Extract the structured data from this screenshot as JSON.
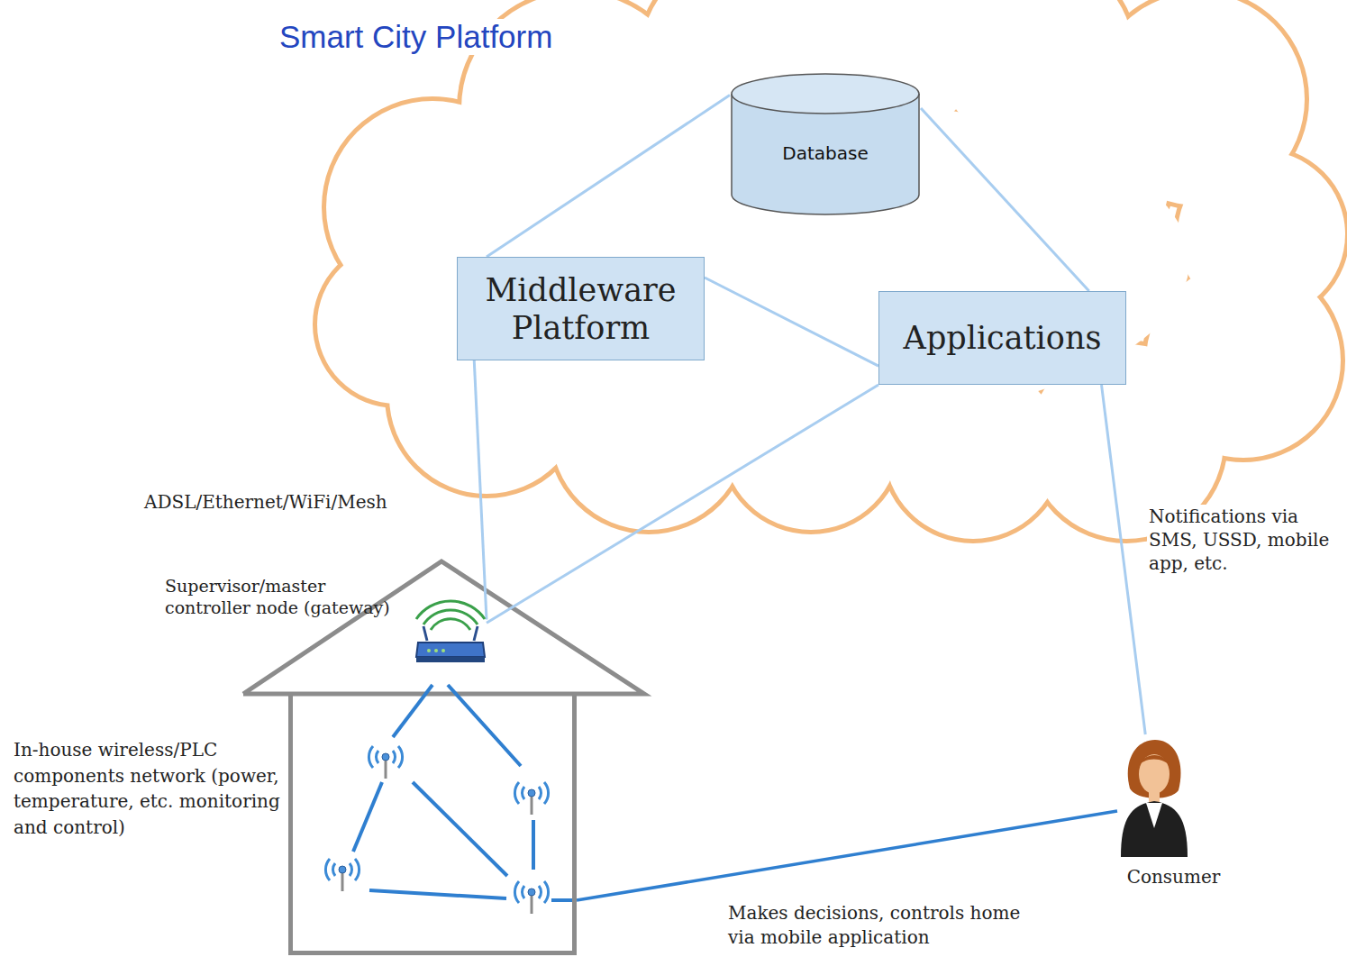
{
  "diagram": {
    "title": "Smart City Platform",
    "nodes": [
      {
        "text": [
          "Database"
        ]
      },
      {
        "text": [
          "Middleware Platform"
        ]
      },
      {
        "text": [
          "Applications"
        ]
      },
      {
        "text": [
          "In-house wireless/PLC components network (power, temperature, etc. monitoring and control)"
        ]
      },
      {
        "text": [
          "Supervisor/master controller node (gateway)"
        ],
        "in": 3
      },
      {
        "text": [
          "Consumer"
        ]
      }
    ],
    "edges": [
      {
        "from": 0,
        "to": 1,
        "arrow": "none"
      },
      {
        "from": 0,
        "to": 2,
        "arrow": "none"
      },
      {
        "from": 1,
        "to": 2,
        "arrow": "none"
      },
      {
        "from": 1,
        "to": 4,
        "label": "ADSL/Ethernet/WiFi/Mesh",
        "arrow": "none"
      },
      {
        "from": 2,
        "to": 4,
        "arrow": "none"
      },
      {
        "from": 2,
        "to": 5,
        "label": "Notifications via SMS, USSD, mobile app, etc.",
        "arrow": "none"
      },
      {
        "from": 5,
        "to": 3,
        "label": "Makes decisions, controls home via mobile application",
        "arrow": "none"
      }
    ]
  }
}
